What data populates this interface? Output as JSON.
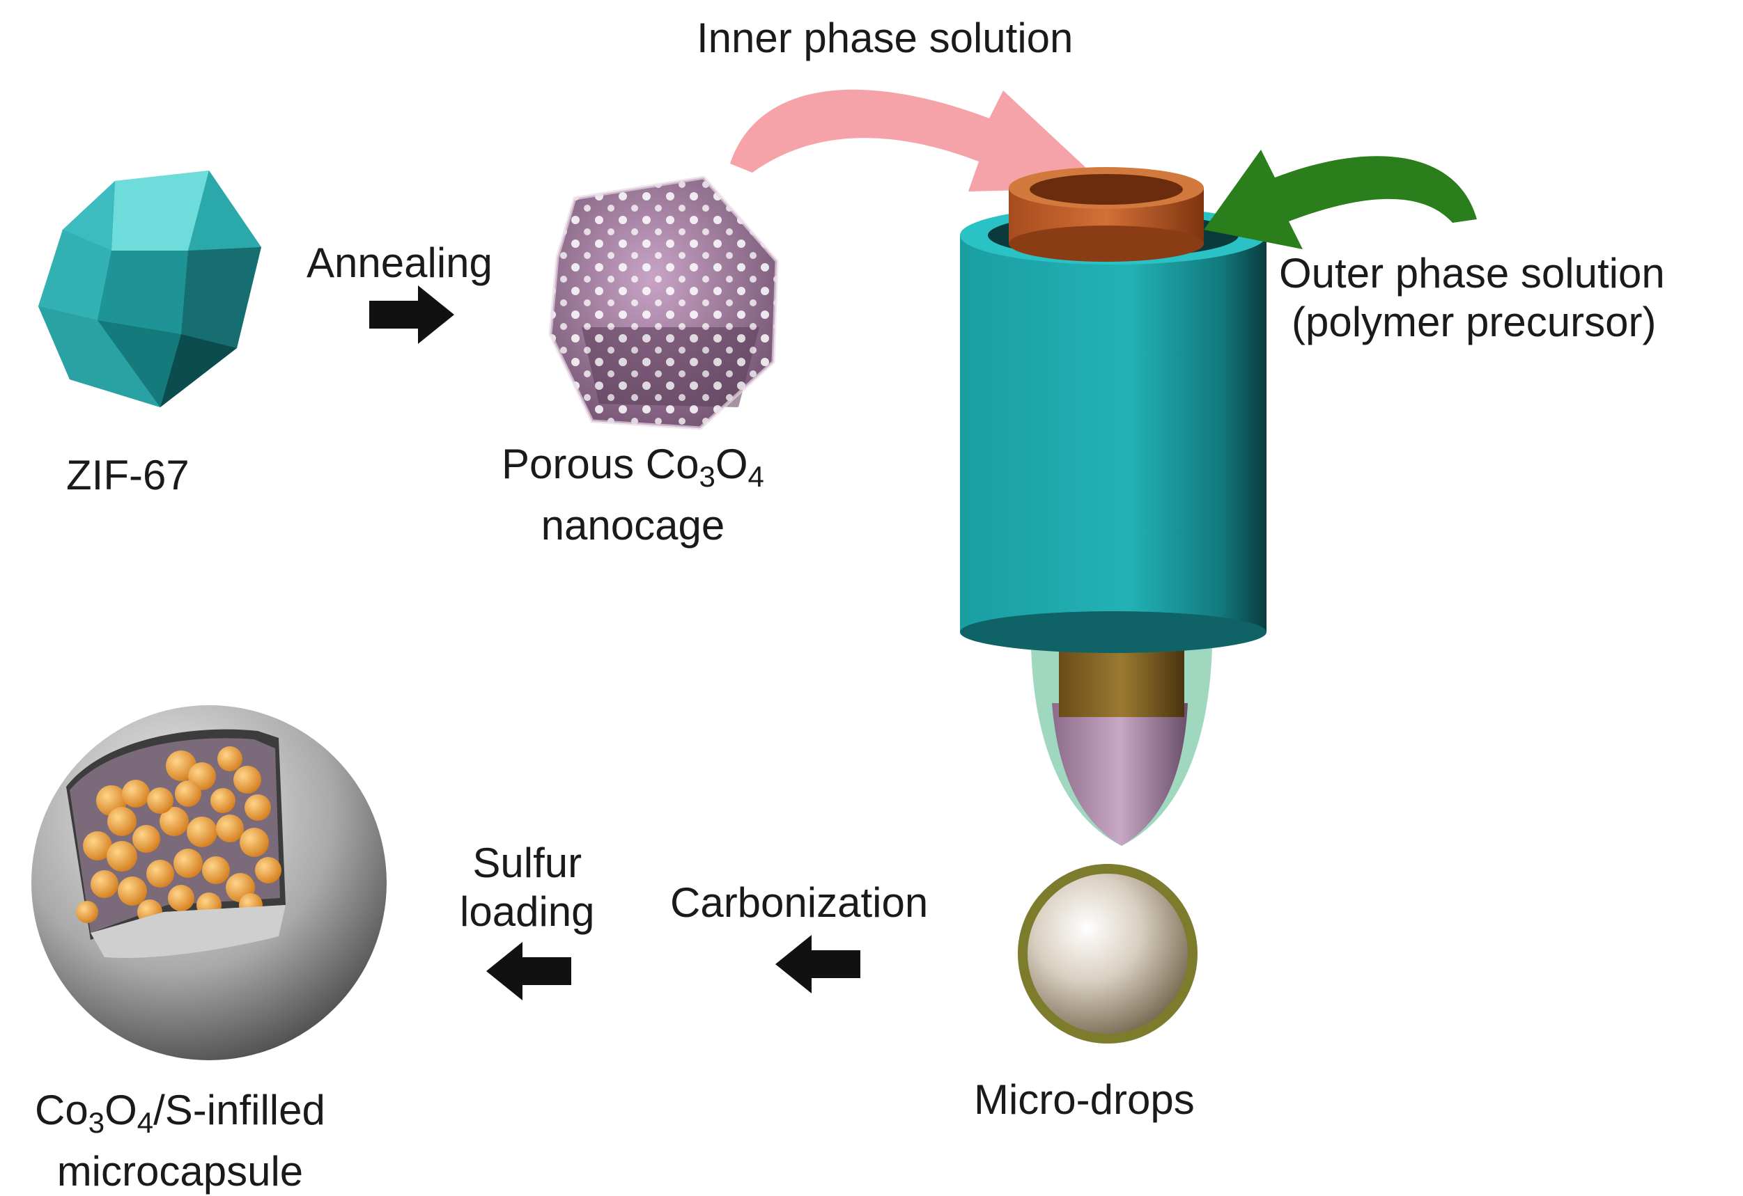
{
  "labels": {
    "inner_phase": "Inner phase solution",
    "outer_phase_1": "Outer phase solution",
    "outer_phase_2": "(polymer precursor)",
    "zif": "ZIF-67",
    "annealing": "Annealing",
    "porous_1a": "Porous Co",
    "porous_1b": "3",
    "porous_1c": "O",
    "porous_1d": "4",
    "porous_2": "nanocage",
    "micro_drops": "Micro-drops",
    "carbonization": "Carbonization",
    "sulfur_1": "Sulfur",
    "sulfur_2": "loading",
    "capsule_1a": "Co",
    "capsule_1b": "3",
    "capsule_1c": "O",
    "capsule_1d": "4",
    "capsule_1e": "/S-infilled",
    "capsule_2": "microcapsule"
  },
  "colors": {
    "teal": "#1aa5a8",
    "teal_light": "#5fd6d6",
    "inner_tube": "#c8642a",
    "pink_arrow": "#f4a0a6",
    "green_arrow": "#2b7a1e",
    "nanocage": "#a47fa3",
    "drop": "#d8cdbb",
    "drop_rim": "#8a8a3a",
    "capsule_shell": "#bdbdbd",
    "sulfur_particle": "#f2a84a"
  }
}
